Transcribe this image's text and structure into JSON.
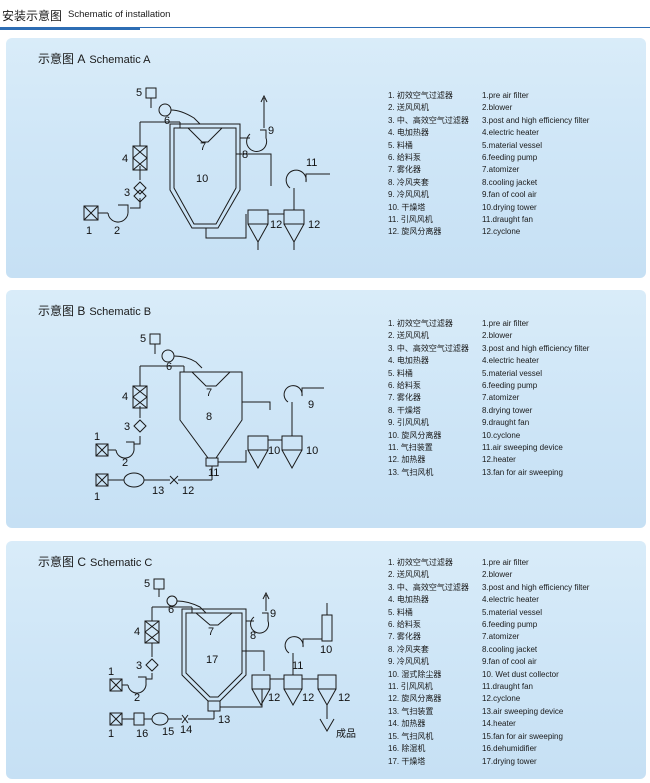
{
  "header": {
    "title_cn": "安装示意图",
    "title_en": "Schematic of installation"
  },
  "panels": [
    {
      "title_cn": "示意图 A",
      "title_en": "Schematic A",
      "legend": [
        {
          "cn": "1. 初效空气过滤器",
          "en": "1.pre air filter"
        },
        {
          "cn": "2. 送风风机",
          "en": "2.blower"
        },
        {
          "cn": "3. 中、高效空气过滤器",
          "en": "3.post and high efficiency filter"
        },
        {
          "cn": "4. 电加热器",
          "en": "4.electric heater"
        },
        {
          "cn": "5. 料桶",
          "en": "5.material vessel"
        },
        {
          "cn": "6. 给料泵",
          "en": "6.feeding pump"
        },
        {
          "cn": "7. 雾化器",
          "en": "7.atomizer"
        },
        {
          "cn": "8. 冷风夹套",
          "en": "8.cooling jacket"
        },
        {
          "cn": "9. 冷风风机",
          "en": "9.fan of cool air"
        },
        {
          "cn": "10. 干燥塔",
          "en": "10.drying tower"
        },
        {
          "cn": "11. 引风风机",
          "en": "11.draught fan"
        },
        {
          "cn": "12. 旋风分离器",
          "en": "12.cyclone"
        }
      ]
    },
    {
      "title_cn": "示意图 B",
      "title_en": "Schematic B",
      "legend": [
        {
          "cn": "1. 初效空气过滤器",
          "en": "1.pre air filter"
        },
        {
          "cn": "2. 送风风机",
          "en": "2.blower"
        },
        {
          "cn": "3. 中、高效空气过滤器",
          "en": "3.post and high efficiency filter"
        },
        {
          "cn": "4. 电加热器",
          "en": "4.electric heater"
        },
        {
          "cn": "5. 料桶",
          "en": "5.material vessel"
        },
        {
          "cn": "6. 给料泵",
          "en": "6.feeding pump"
        },
        {
          "cn": "7. 雾化器",
          "en": "7.atomizer"
        },
        {
          "cn": "8. 干燥塔",
          "en": "8.drying tower"
        },
        {
          "cn": "9. 引风风机",
          "en": "9.draught fan"
        },
        {
          "cn": "10. 旋风分离器",
          "en": "10.cyclone"
        },
        {
          "cn": "11. 气扫装置",
          "en": "11.air sweeping device"
        },
        {
          "cn": "12. 加热器",
          "en": "12.heater"
        },
        {
          "cn": "13. 气扫风机",
          "en": "13.fan for air sweeping"
        }
      ]
    },
    {
      "title_cn": "示意图 C",
      "title_en": "Schematic C",
      "legend": [
        {
          "cn": "1. 初效空气过滤器",
          "en": "1.pre air filter"
        },
        {
          "cn": "2. 送风风机",
          "en": "2.blower"
        },
        {
          "cn": "3. 中、高效空气过滤器",
          "en": "3.post and high efficiency filter"
        },
        {
          "cn": "4. 电加热器",
          "en": "4.electric heater"
        },
        {
          "cn": "5. 料桶",
          "en": "5.material vessel"
        },
        {
          "cn": "6. 给料泵",
          "en": "6.feeding pump"
        },
        {
          "cn": "7. 雾化器",
          "en": "7.atomizer"
        },
        {
          "cn": "8. 冷风夹套",
          "en": "8.cooling jacket"
        },
        {
          "cn": "9. 冷风风机",
          "en": "9.fan of cool air"
        },
        {
          "cn": "10. 湿式除尘器",
          "en": "10. Wet dust collector"
        },
        {
          "cn": "11. 引风风机",
          "en": "11.draught fan"
        },
        {
          "cn": "12. 旋风分离器",
          "en": "12.cyclone"
        },
        {
          "cn": "13. 气扫装置",
          "en": "13.air sweeping device"
        },
        {
          "cn": "14. 加热器",
          "en": "14.heater"
        },
        {
          "cn": "15. 气扫风机",
          "en": "15.fan for air sweeping"
        },
        {
          "cn": "16. 除湿机",
          "en": "16.dehumidifier"
        },
        {
          "cn": "17. 干燥塔",
          "en": "17.drying tower"
        }
      ]
    }
  ],
  "diagram_labels": {
    "a": [
      "1",
      "2",
      "3",
      "4",
      "5",
      "6",
      "7",
      "8",
      "9",
      "10",
      "11",
      "12",
      "12"
    ],
    "b": [
      "1",
      "1",
      "2",
      "3",
      "4",
      "5",
      "6",
      "7",
      "8",
      "9",
      "10",
      "10",
      "11",
      "12",
      "13"
    ],
    "c": [
      "1",
      "1",
      "2",
      "3",
      "4",
      "5",
      "6",
      "7",
      "8",
      "9",
      "10",
      "11",
      "12",
      "12",
      "12",
      "13",
      "14",
      "15",
      "16",
      "17"
    ],
    "c_product": "成品"
  }
}
